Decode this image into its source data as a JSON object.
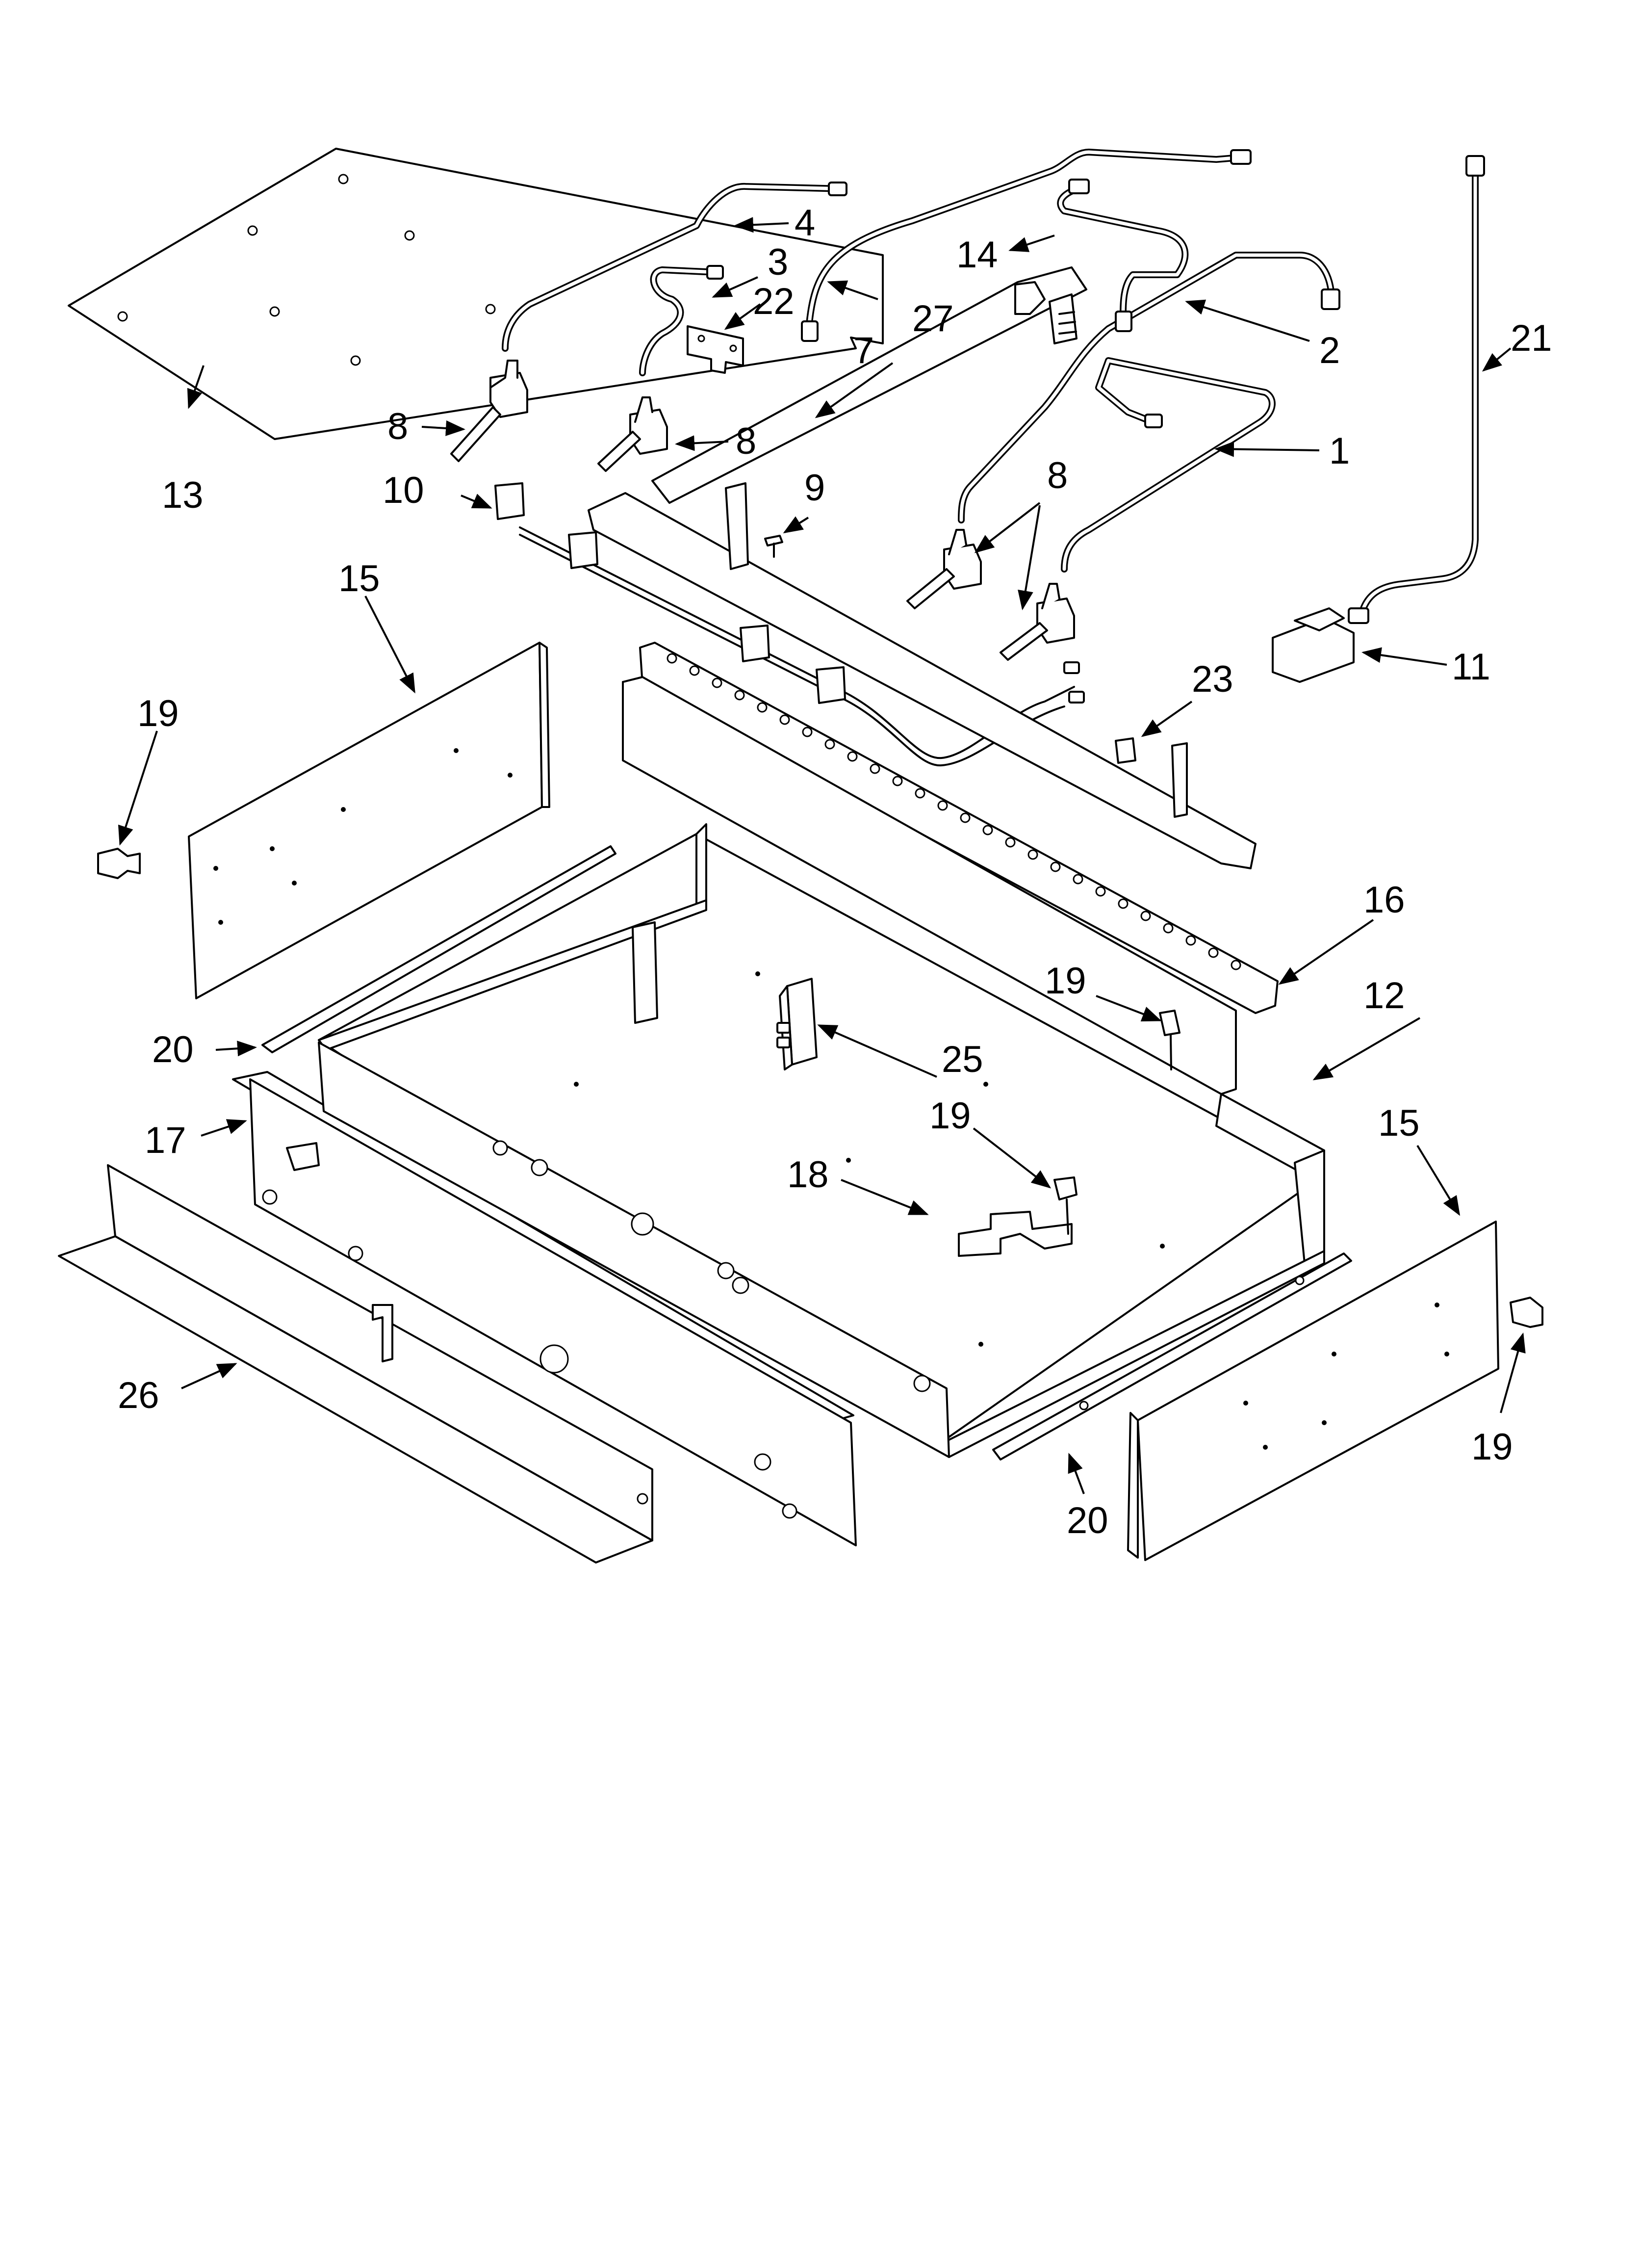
{
  "diagram": {
    "callouts": [
      {
        "id": "c1",
        "label": "1"
      },
      {
        "id": "c2",
        "label": "2"
      },
      {
        "id": "c3",
        "label": "3"
      },
      {
        "id": "c4",
        "label": "4"
      },
      {
        "id": "c7",
        "label": "7"
      },
      {
        "id": "c8a",
        "label": "8"
      },
      {
        "id": "c8b",
        "label": "8"
      },
      {
        "id": "c8c",
        "label": "8"
      },
      {
        "id": "c9",
        "label": "9"
      },
      {
        "id": "c10",
        "label": "10"
      },
      {
        "id": "c11",
        "label": "11"
      },
      {
        "id": "c12",
        "label": "12"
      },
      {
        "id": "c13",
        "label": "13"
      },
      {
        "id": "c14",
        "label": "14"
      },
      {
        "id": "c15a",
        "label": "15"
      },
      {
        "id": "c15b",
        "label": "15"
      },
      {
        "id": "c16",
        "label": "16"
      },
      {
        "id": "c17",
        "label": "17"
      },
      {
        "id": "c18",
        "label": "18"
      },
      {
        "id": "c19a",
        "label": "19"
      },
      {
        "id": "c19b",
        "label": "19"
      },
      {
        "id": "c19c",
        "label": "19"
      },
      {
        "id": "c19d",
        "label": "19"
      },
      {
        "id": "c20a",
        "label": "20"
      },
      {
        "id": "c20b",
        "label": "20"
      },
      {
        "id": "c21",
        "label": "21"
      },
      {
        "id": "c22",
        "label": "22"
      },
      {
        "id": "c23",
        "label": "23"
      },
      {
        "id": "c25",
        "label": "25"
      },
      {
        "id": "c26",
        "label": "26"
      },
      {
        "id": "c27",
        "label": "27"
      }
    ]
  }
}
